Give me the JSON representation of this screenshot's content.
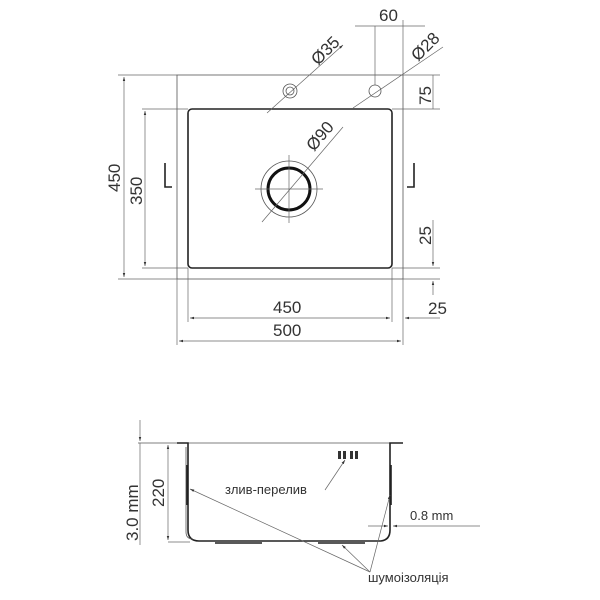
{
  "top_view": {
    "dims": {
      "tap_offset": "60",
      "tap_hole_1": "Ø35",
      "tap_hole_2": "Ø28",
      "drain": "Ø90",
      "rim_top": "75",
      "overall_depth": "450",
      "bowl_depth": "350",
      "rim_bottom": "25",
      "rim_side": "25",
      "bowl_width": "450",
      "overall_width": "500"
    }
  },
  "side_view": {
    "dims": {
      "thickness_top": "3.0 mm",
      "bowl_height": "220",
      "wall_thickness": "0.8 mm"
    },
    "labels": {
      "overflow": "злив-перелив",
      "insulation": "шумоізоляція"
    }
  }
}
